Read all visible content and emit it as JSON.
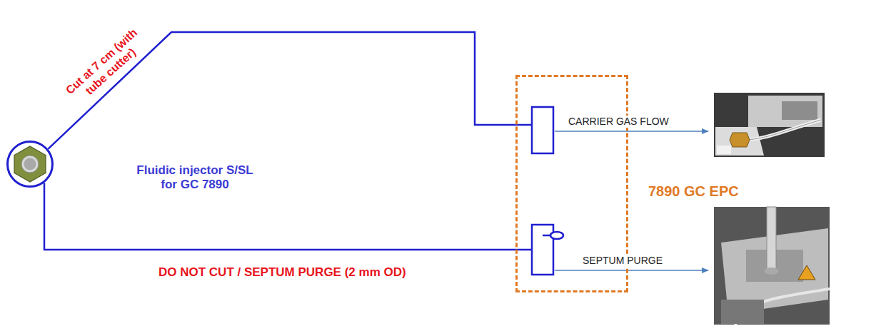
{
  "diagram": {
    "nodes": [
      {
        "text": [
          "Fluidic injector S/SL for GC 7890"
        ]
      },
      {
        "text": [
          "7890 GC EPC"
        ]
      }
    ],
    "edges": [
      {
        "from": 0,
        "to": 1,
        "label": "Cut at 7 cm (with tube cutter)",
        "arrow": "none"
      },
      {
        "from": 0,
        "to": 1,
        "label": "DO NOT CUT / SEPTUM PURGE (2 mm OD)",
        "arrow": "none"
      }
    ],
    "labels": [
      "CARRIER GAS FLOW",
      "SEPTUM PURGE"
    ]
  }
}
